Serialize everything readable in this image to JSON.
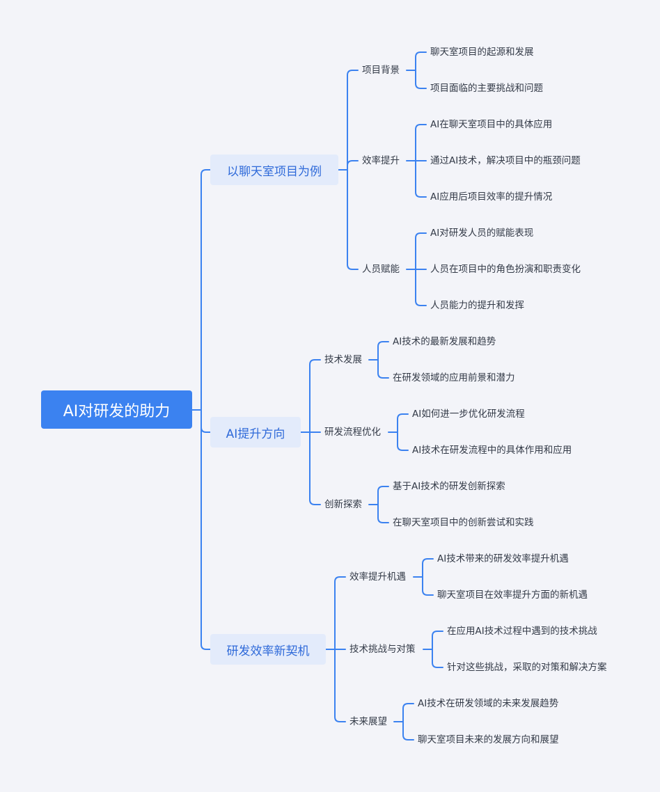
{
  "root": "AI对研发的助力",
  "branches": [
    {
      "label": "以聊天室项目为例",
      "children": [
        {
          "label": "项目背景",
          "leaves": [
            "聊天室项目的起源和发展",
            "项目面临的主要挑战和问题"
          ]
        },
        {
          "label": "效率提升",
          "leaves": [
            "AI在聊天室项目中的具体应用",
            "通过AI技术，解决项目中的瓶颈问题",
            "AI应用后项目效率的提升情况"
          ]
        },
        {
          "label": "人员赋能",
          "leaves": [
            "AI对研发人员的赋能表现",
            "人员在项目中的角色扮演和职责变化",
            "人员能力的提升和发挥"
          ]
        }
      ]
    },
    {
      "label": "AI提升方向",
      "children": [
        {
          "label": "技术发展",
          "leaves": [
            "AI技术的最新发展和趋势",
            "在研发领域的应用前景和潜力"
          ]
        },
        {
          "label": "研发流程优化",
          "leaves": [
            "AI如何进一步优化研发流程",
            "AI技术在研发流程中的具体作用和应用"
          ]
        },
        {
          "label": "创新探索",
          "leaves": [
            "基于AI技术的研发创新探索",
            "在聊天室项目中的创新尝试和实践"
          ]
        }
      ]
    },
    {
      "label": "研发效率新契机",
      "children": [
        {
          "label": "效率提升机遇",
          "leaves": [
            "AI技术带来的研发效率提升机遇",
            "聊天室项目在效率提升方面的新机遇"
          ]
        },
        {
          "label": "技术挑战与对策",
          "leaves": [
            "在应用AI技术过程中遇到的技术挑战",
            "针对这些挑战，采取的对策和解决方案"
          ]
        },
        {
          "label": "未来展望",
          "leaves": [
            "AI技术在研发领域的未来发展趋势",
            "聊天室项目未来的发展方向和展望"
          ]
        }
      ]
    }
  ],
  "colors": {
    "accent": "#3b82f0",
    "branch_bg": "#e3ebfb",
    "branch_text": "#2f6ad9",
    "text": "#333a47",
    "background": "#f3f4f9"
  }
}
